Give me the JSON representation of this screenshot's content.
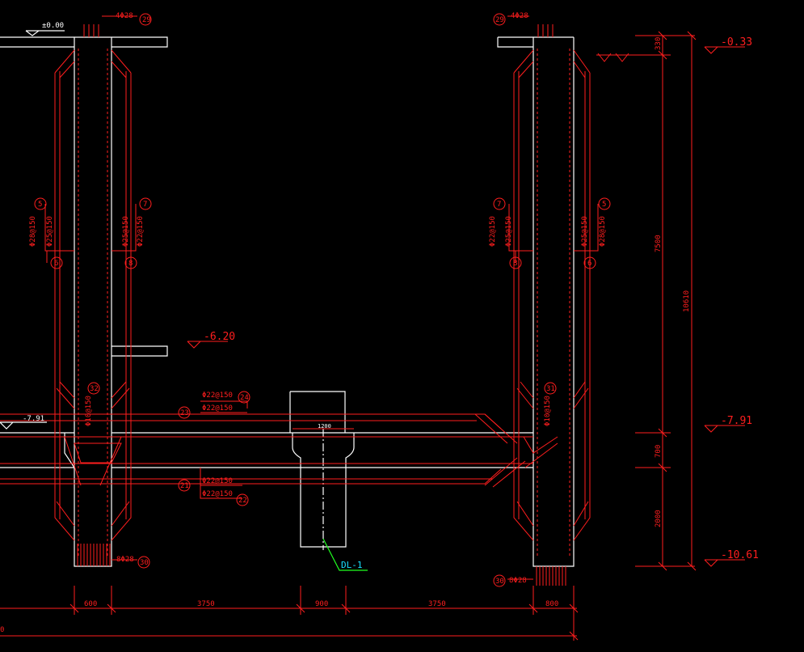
{
  "elevations": {
    "top_left": "±0.00",
    "top_right": "-0.33",
    "mid_slab": "-6.20",
    "floor_left": "-7.91",
    "floor_right": "-7.91",
    "bottom": "-10.61"
  },
  "bar_tags": {
    "b29": "29",
    "b5": "5",
    "b6": "6",
    "b7": "7",
    "b8": "8",
    "b30": "30",
    "b31": "31",
    "b32": "32",
    "b21": "21",
    "b22": "22",
    "b23": "23",
    "b24": "24"
  },
  "rebar_specs": {
    "top_bars": "4Φ28",
    "bottom_bars": "8Φ28",
    "outer_a": "Φ28@150",
    "outer_b": "Φ25@150",
    "inner_a": "Φ25@150",
    "inner_b": "Φ22@150",
    "joint_bar": "Φ10@150",
    "slab_top_1": "Φ22@150",
    "slab_top_2": "Φ22@150",
    "slab_bot_1": "Φ22@150",
    "slab_bot_2": "Φ22@150",
    "pile_top": "1200"
  },
  "pile_label": "DL-1",
  "dimensions": {
    "bottom": [
      "600",
      "3750",
      "900",
      "3750",
      "800"
    ],
    "right_total": "10610",
    "right_parts": [
      "330",
      "7500",
      "700",
      "2000"
    ],
    "far_left_fragment": "0"
  },
  "colors": {
    "structure": "#ffffff",
    "annotation": "#ff1e1e",
    "label": "#19e0ff",
    "leader": "#20ff20",
    "background": "#000000"
  }
}
